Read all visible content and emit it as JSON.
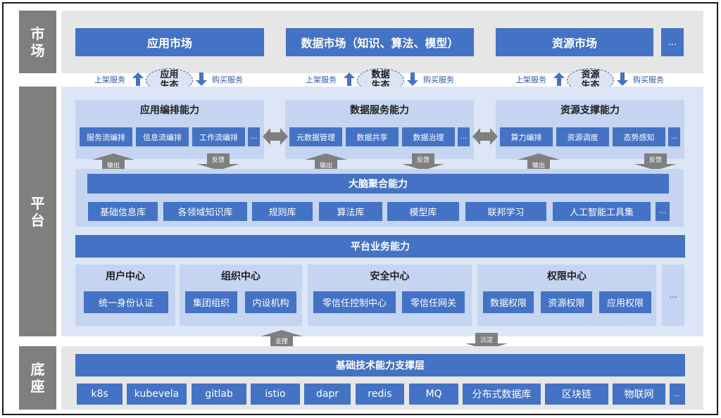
{
  "sections": {
    "market": "市\n场",
    "platform": "平\n台",
    "base": "底\n座"
  },
  "market": {
    "items": [
      "应用市场",
      "数据市场（知识、算法、模型）",
      "资源市场",
      "..."
    ]
  },
  "ecosystems": [
    {
      "name": "应用\n生态",
      "list_label": "上架服务",
      "buy_label": "购买服务"
    },
    {
      "name": "数据\n生态",
      "list_label": "上架服务",
      "buy_label": "购买服务"
    },
    {
      "name": "资源\n生态",
      "list_label": "上架服务",
      "buy_label": "购买服务"
    }
  ],
  "capabilities": [
    {
      "title": "应用编排能力",
      "items": [
        "服务流编排",
        "信息流编排",
        "工作流编排",
        "..."
      ]
    },
    {
      "title": "数据服务能力",
      "items": [
        "元数据管理",
        "数据共享",
        "数据治理",
        "..."
      ]
    },
    {
      "title": "资源支撑能力",
      "items": [
        "算力编排",
        "资源调度",
        "态势感知",
        "..."
      ]
    }
  ],
  "flow_labels": {
    "output": "输出",
    "feedback": "反馈",
    "support": "支撑",
    "settle": "沉淀"
  },
  "brain": {
    "title": "大脑聚合能力",
    "items": [
      "基础信息库",
      "各领域知识库",
      "规则库",
      "算法库",
      "模型库",
      "联邦学习",
      "人工智能工具集",
      "..."
    ]
  },
  "business": {
    "title": "平台业务能力",
    "centers": [
      {
        "title": "用户中心",
        "items": [
          "统一身份认证"
        ]
      },
      {
        "title": "组织中心",
        "items": [
          "集团组织",
          "内设机构"
        ]
      },
      {
        "title": "安全中心",
        "items": [
          "零信任控制中心",
          "零信任网关"
        ]
      },
      {
        "title": "权限中心",
        "items": [
          "数据权限",
          "资源权限",
          "应用权限"
        ]
      },
      {
        "title": "",
        "items": [
          "..."
        ]
      }
    ]
  },
  "base_layer": {
    "title": "基础技术能力支撑层",
    "items": [
      "k8s",
      "kubevela",
      "gitlab",
      "istio",
      "dapr",
      "redis",
      "MQ",
      "分布式数据库",
      "区块链",
      "物联网",
      "..."
    ]
  },
  "colors": {
    "dark_blue": "#4472c4",
    "panel_blue": "#c5d4f1",
    "band_blue": "#dce6f6",
    "sidebar_grey": "#7f7f7f",
    "band_grey": "#e6e6e6",
    "arrow_grey": "#7f7f7f",
    "link_blue": "#2e5aa7"
  }
}
